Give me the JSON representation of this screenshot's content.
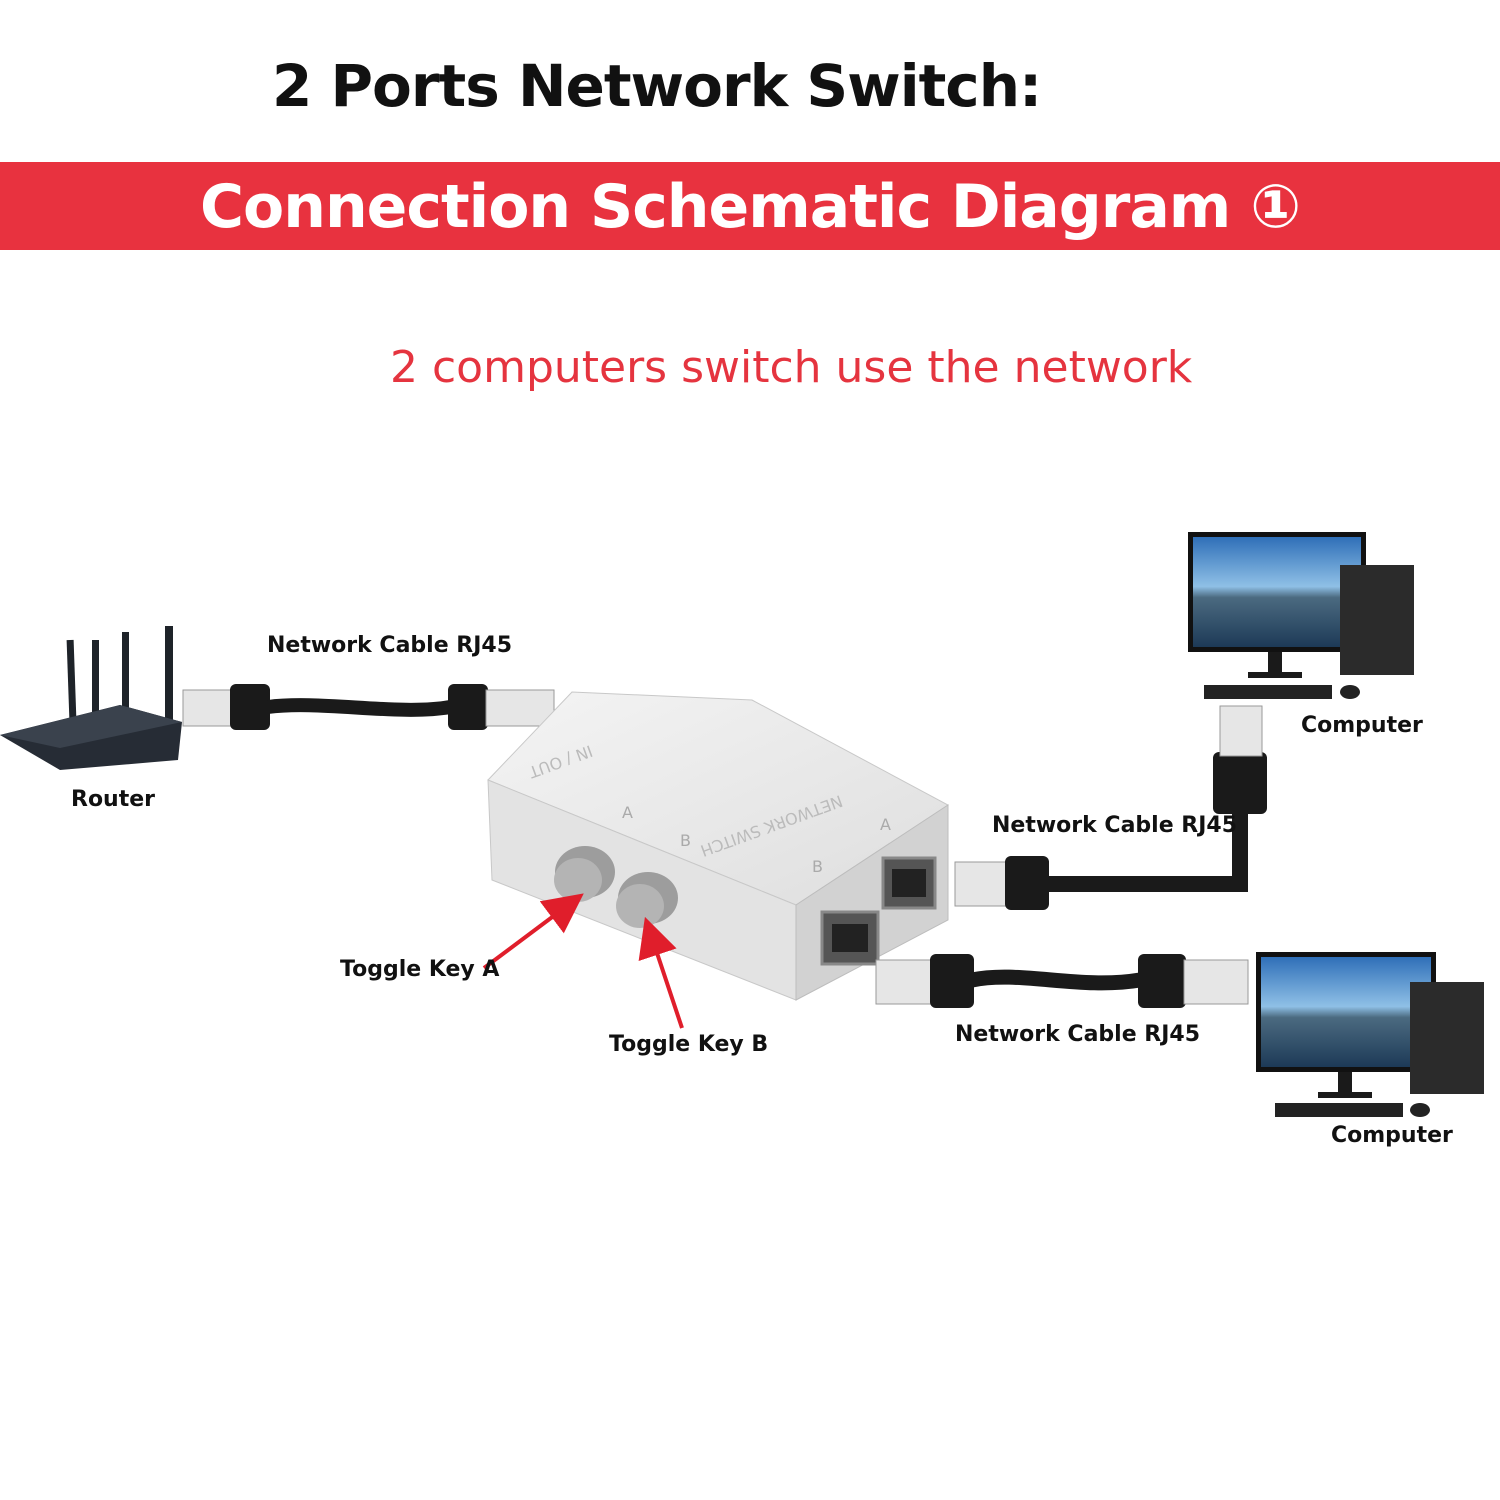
{
  "header": {
    "title": "2 Ports Network Switch:",
    "banner": "Connection Schematic Diagram ①",
    "subtitle": "2 computers switch use the network"
  },
  "labels": {
    "router": "Router",
    "cable_router": "Network Cable RJ45",
    "computer_top": "Computer",
    "cable_top": "Network Cable RJ45",
    "cable_bottom": "Network Cable RJ45",
    "computer_bottom": "Computer",
    "toggle_a": "Toggle Key A",
    "toggle_b": "Toggle Key B"
  },
  "switch_device": {
    "top_text_left": "IN / OUT",
    "top_text_right": "NETWORK SWITCH",
    "letter_a": "A",
    "letter_b": "B"
  },
  "colors": {
    "accent": "#e8323f",
    "cable": "#1a1a1a",
    "device": "#ebebeb"
  }
}
